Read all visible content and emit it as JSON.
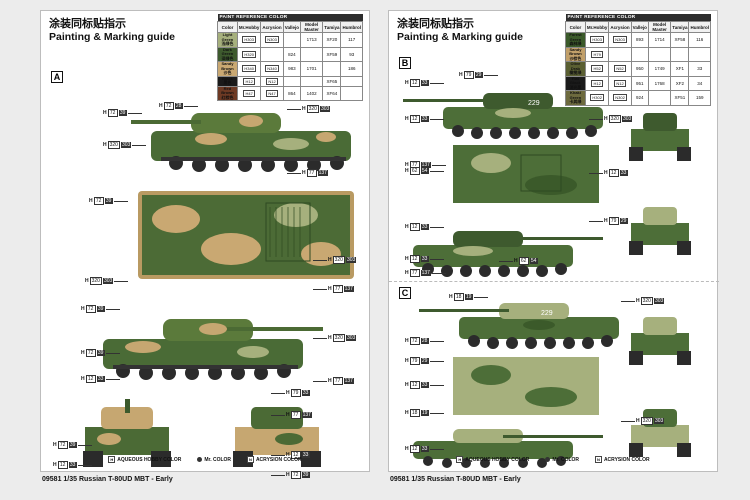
{
  "header": {
    "title_cn": "涂装同标贴指示",
    "title_en": "Painting & Marking guide"
  },
  "ref_table": {
    "heading": "PAINT REFERENCE COLOR",
    "columns": [
      "Color",
      "Mr.Hobby",
      "Acrysion",
      "Vallejo",
      "Model Master",
      "Tamiya",
      "Humbrol"
    ],
    "left_rows": [
      {
        "name": "Light Green",
        "cn": "浅绿色",
        "color": "#a6b07d",
        "hcode": "H303",
        "ncode": "N303",
        "vallejo": "",
        "mm": "1713",
        "tamiya": "XF20",
        "humbrol": "117"
      },
      {
        "name": "Dark Green",
        "cn": "深绿色",
        "color": "#3e5a2e",
        "hcode": "H320",
        "ncode": "",
        "vallejo": "824",
        "mm": "",
        "tamiya": "XF59",
        "humbrol": "93"
      },
      {
        "name": "Sandy Brown",
        "cn": "沙色",
        "color": "#c9a872",
        "hcode": "H340",
        "ncode": "N340",
        "vallejo": "983",
        "mm": "1701",
        "tamiya": "",
        "humbrol": "186"
      },
      {
        "name": "Black",
        "cn": "黑色",
        "color": "#1a1a1a",
        "hcode": "H12",
        "ncode": "N12",
        "vallejo": "",
        "mm": "",
        "tamiya": "XF65",
        "humbrol": ""
      },
      {
        "name": "Red Brown",
        "cn": "红棕色",
        "color": "#6e3a24",
        "hcode": "H47",
        "ncode": "N47",
        "vallejo": "864",
        "mm": "1402",
        "tamiya": "XF64",
        "humbrol": ""
      }
    ],
    "right_rows": [
      {
        "name": "Forest Green",
        "cn": "森林绿",
        "color": "#3b5a2a",
        "hcode": "H303",
        "ncode": "N303",
        "vallejo": "893",
        "mm": "1714",
        "tamiya": "XF58",
        "humbrol": "116"
      },
      {
        "name": "Sandy Brown",
        "cn": "沙棕色",
        "color": "#c2a06a",
        "hcode": "H79",
        "ncode": "",
        "vallejo": "",
        "mm": "",
        "tamiya": "",
        "humbrol": ""
      },
      {
        "name": "Olive Drab",
        "cn": "橄榄绿",
        "color": "#5a5f32",
        "hcode": "H52",
        "ncode": "N52",
        "vallejo": "950",
        "mm": "1749",
        "tamiya": "XF1",
        "humbrol": "33"
      },
      {
        "name": "Flat Black",
        "cn": "消光黑",
        "color": "#1a1a1a",
        "hcode": "H12",
        "ncode": "N12",
        "vallejo": "951",
        "mm": "1768",
        "tamiya": "XF2",
        "humbrol": "34"
      },
      {
        "name": "Khaki Green",
        "cn": "卡其绿",
        "color": "#6d6a3e",
        "hcode": "H302",
        "ncode": "N302",
        "vallejo": "924",
        "mm": "",
        "tamiya": "XF51",
        "humbrol": "159"
      }
    ]
  },
  "sections": {
    "a": "A",
    "b": "B",
    "c": "C"
  },
  "legend": {
    "aqueous": "AQUEOUS HOBBY COLOR",
    "mr": "Mr. COLOR",
    "acrysion": "ACRYSION COLOR",
    "h_prefix": "H",
    "n_prefix": "N"
  },
  "footer": {
    "left": "09581 1/35 Russian T-80UD MBT - Early",
    "right": "09581 1/35 Russian T-80UD MBT - Early"
  },
  "tank_numbers": {
    "b": "229",
    "c": "229"
  },
  "callouts_left": [
    {
      "h": "H",
      "a": "72",
      "b": "28"
    },
    {
      "h": "H",
      "a": "320",
      "b": "303"
    },
    {
      "h": "H",
      "a": "72",
      "b": "39"
    },
    {
      "h": "H",
      "a": "320",
      "b": "303"
    },
    {
      "h": "H",
      "a": "77",
      "b": "137"
    },
    {
      "h": "H",
      "a": "72",
      "b": "39"
    },
    {
      "h": "H",
      "a": "320",
      "b": "303"
    },
    {
      "h": "H",
      "a": "320",
      "b": "303"
    },
    {
      "h": "H",
      "a": "72",
      "b": "39"
    },
    {
      "h": "H",
      "a": "77",
      "b": "137"
    },
    {
      "h": "H",
      "a": "72",
      "b": "39"
    },
    {
      "h": "H",
      "a": "320",
      "b": "303"
    },
    {
      "h": "H",
      "a": "12",
      "b": "33"
    },
    {
      "h": "H",
      "a": "77",
      "b": "137"
    },
    {
      "h": "H",
      "a": "72",
      "b": "39"
    },
    {
      "h": "H",
      "a": "12",
      "b": "33"
    },
    {
      "h": "H",
      "a": "79",
      "b": "33"
    },
    {
      "h": "H",
      "a": "77",
      "b": "137"
    },
    {
      "h": "H",
      "a": "12",
      "b": "33"
    },
    {
      "h": "H",
      "a": "72",
      "b": "39"
    }
  ],
  "callouts_right": [
    {
      "h": "H",
      "a": "12",
      "b": "33"
    },
    {
      "h": "H",
      "a": "79",
      "b": "29"
    },
    {
      "h": "H",
      "a": "320",
      "b": "303"
    },
    {
      "h": "H",
      "a": "12",
      "b": "33"
    },
    {
      "h": "H",
      "a": "77",
      "b": "137"
    },
    {
      "h": "H",
      "a": "62",
      "b": "54"
    },
    {
      "h": "H",
      "a": "12",
      "b": "33"
    },
    {
      "h": "H",
      "a": "79",
      "b": "29"
    },
    {
      "h": "H",
      "a": "12",
      "b": "33"
    },
    {
      "h": "H",
      "a": "12",
      "b": "33"
    },
    {
      "h": "H",
      "a": "77",
      "b": "137"
    },
    {
      "h": "H",
      "a": "62",
      "b": "54"
    },
    {
      "h": "H",
      "a": "18",
      "b": "19"
    },
    {
      "h": "H",
      "a": "320",
      "b": "303"
    },
    {
      "h": "H",
      "a": "72",
      "b": "28"
    },
    {
      "h": "H",
      "a": "79",
      "b": "29"
    },
    {
      "h": "H",
      "a": "12",
      "b": "33"
    },
    {
      "h": "H",
      "a": "18",
      "b": "19"
    },
    {
      "h": "H",
      "a": "320",
      "b": "303"
    },
    {
      "h": "H",
      "a": "12",
      "b": "33"
    }
  ]
}
